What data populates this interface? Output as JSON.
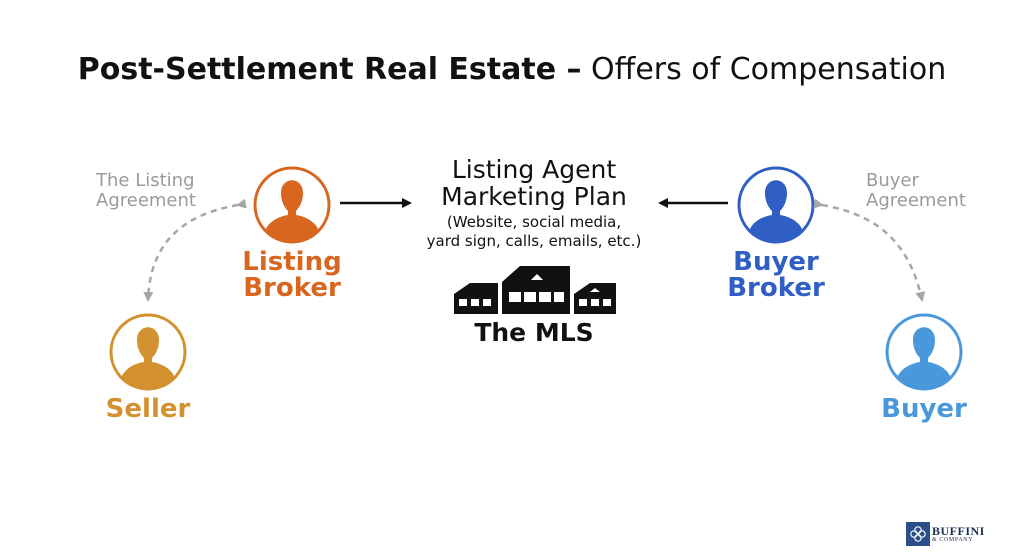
{
  "title": {
    "bold_part": "Post-Settlement Real Estate –",
    "regular_part": " Offers of Compensation"
  },
  "colors": {
    "listing_broker": "#d9661e",
    "seller": "#d4912f",
    "buyer_broker": "#2f5fc4",
    "buyer": "#4a98dc",
    "dashed_arrow": "#a6a6a6",
    "arrow": "#111111"
  },
  "left": {
    "agreement_line1": "The Listing",
    "agreement_line2": "Agreement",
    "broker_line1": "Listing",
    "broker_line2": "Broker",
    "client": "Seller"
  },
  "right": {
    "agreement_line1": "Buyer",
    "agreement_line2": "Agreement",
    "broker_line1": "Buyer",
    "broker_line2": "Broker",
    "client": "Buyer"
  },
  "center": {
    "title_line1": "Listing Agent",
    "title_line2": "Marketing Plan",
    "sub_line1": "(Website, social media,",
    "sub_line2": "yard sign, calls, emails, etc.)",
    "mls_label": "The MLS"
  },
  "logo": {
    "name": "BUFFINI",
    "sub": "& COMPANY"
  }
}
